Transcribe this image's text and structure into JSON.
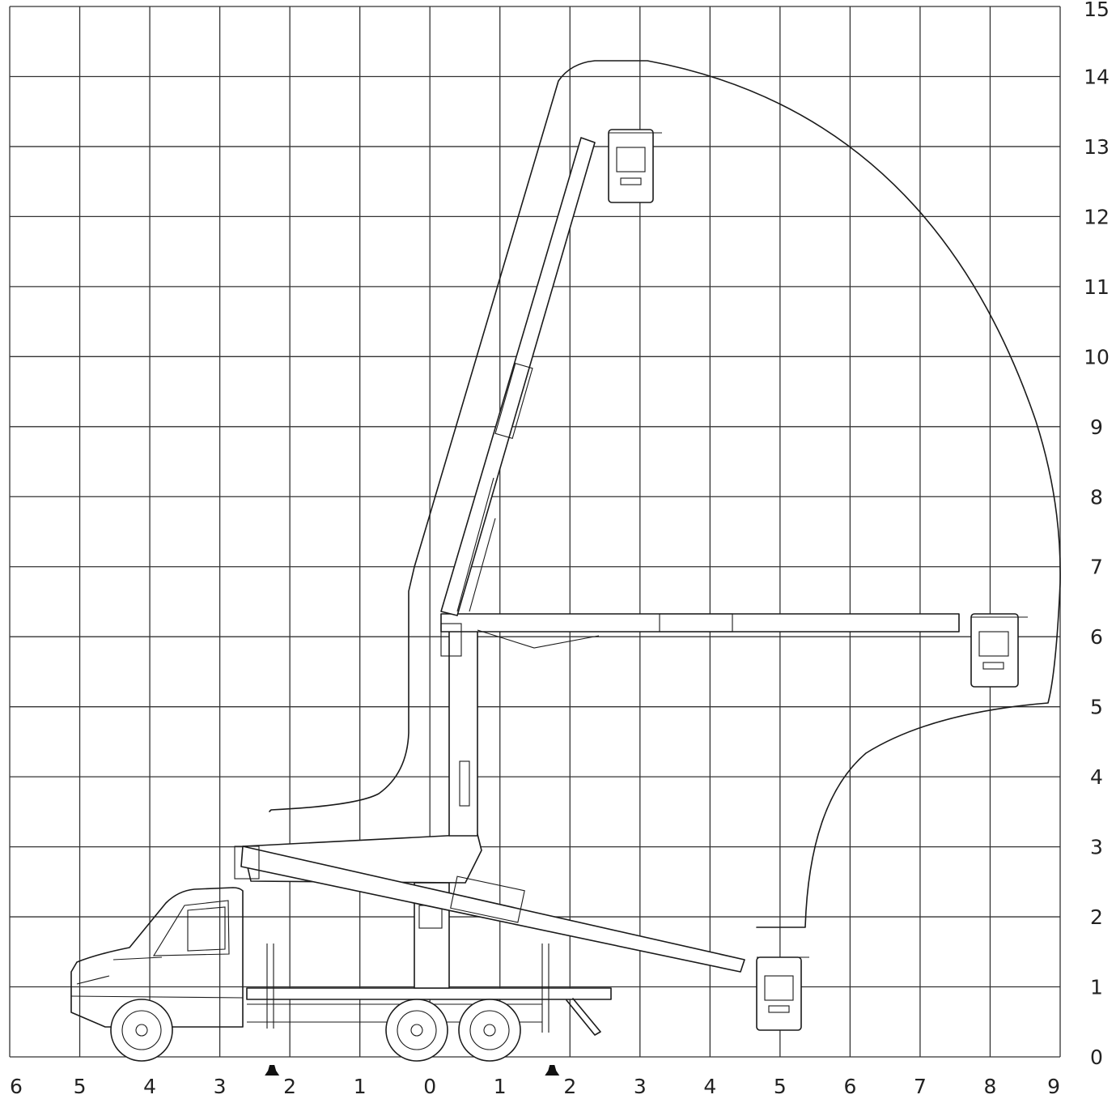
{
  "chart_data": {
    "type": "diagram",
    "x_tick_labels": [
      "6",
      "5",
      "4",
      "3",
      "2",
      "1",
      "0",
      "1",
      "2",
      "3",
      "4",
      "5",
      "6",
      "7",
      "8",
      "9"
    ],
    "y_tick_labels": [
      "0",
      "1",
      "2",
      "3",
      "4",
      "5",
      "6",
      "7",
      "8",
      "9",
      "10",
      "11",
      "12",
      "13",
      "14",
      "15"
    ],
    "xlim": [
      -6,
      9
    ],
    "ylim": [
      0,
      15
    ],
    "grid": true,
    "outrigger_marks_x": [
      -2,
      2
    ],
    "working_envelope": {
      "max_height": 14.3,
      "max_outreach": 9
    },
    "boom_positions": [
      {
        "label": "stowed",
        "basket_x": 5,
        "basket_y": 0.8
      },
      {
        "label": "horizontal",
        "basket_x": 8.3,
        "basket_y": 6
      },
      {
        "label": "max-height",
        "basket_x": 3.1,
        "basket_y": 13
      }
    ]
  }
}
